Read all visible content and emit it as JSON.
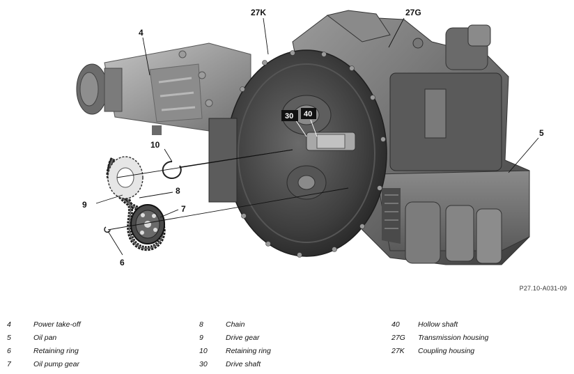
{
  "figure": {
    "code": "P27.10-A031-09",
    "callouts": {
      "c4": "4",
      "c5": "5",
      "c6": "6",
      "c7": "7",
      "c8": "8",
      "c9": "9",
      "c10": "10",
      "c27k": "27K",
      "c27g": "27G",
      "c30": "30",
      "c40": "40"
    }
  },
  "legend": {
    "columns": [
      [
        {
          "num": "4",
          "text": "Power take-off"
        },
        {
          "num": "5",
          "text": "Oil pan"
        },
        {
          "num": "6",
          "text": "Retaining ring"
        },
        {
          "num": "7",
          "text": "Oil pump gear"
        }
      ],
      [
        {
          "num": "8",
          "text": "Chain"
        },
        {
          "num": "9",
          "text": "Drive gear"
        },
        {
          "num": "10",
          "text": "Retaining ring"
        },
        {
          "num": "30",
          "text": "Drive shaft"
        }
      ],
      [
        {
          "num": "40",
          "text": "Hollow shaft"
        },
        {
          "num": "27G",
          "text": "Transmission housing"
        },
        {
          "num": "27K",
          "text": "Coupling housing"
        }
      ]
    ]
  }
}
